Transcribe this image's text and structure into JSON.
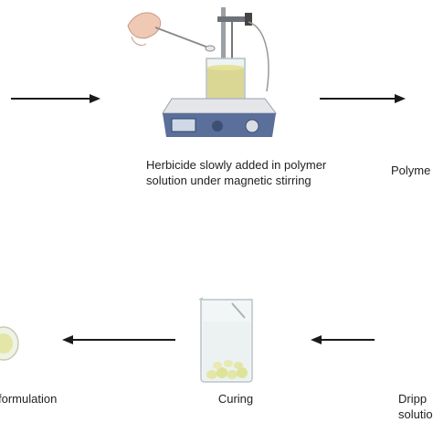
{
  "diagram": {
    "steps": [
      {
        "id": "herbicide-addition",
        "caption_line1": "Herbicide slowly added in polymer",
        "caption_line2": "solution under magnetic stirring"
      },
      {
        "id": "polymer-partial",
        "caption_line1": "Polyme"
      },
      {
        "id": "dripping-partial",
        "caption_line1": "Dripp",
        "caption_line2": "solutio"
      },
      {
        "id": "curing",
        "caption_line1": "Curing"
      },
      {
        "id": "formulation-partial",
        "caption_line1": "formulation"
      }
    ]
  },
  "colors": {
    "arrow": "#1a1a1a",
    "hotplate_body": "#5a6f9a",
    "solution": "#d7d38a",
    "beads": "#e3e6a6",
    "glass": "#c8d3d6"
  }
}
